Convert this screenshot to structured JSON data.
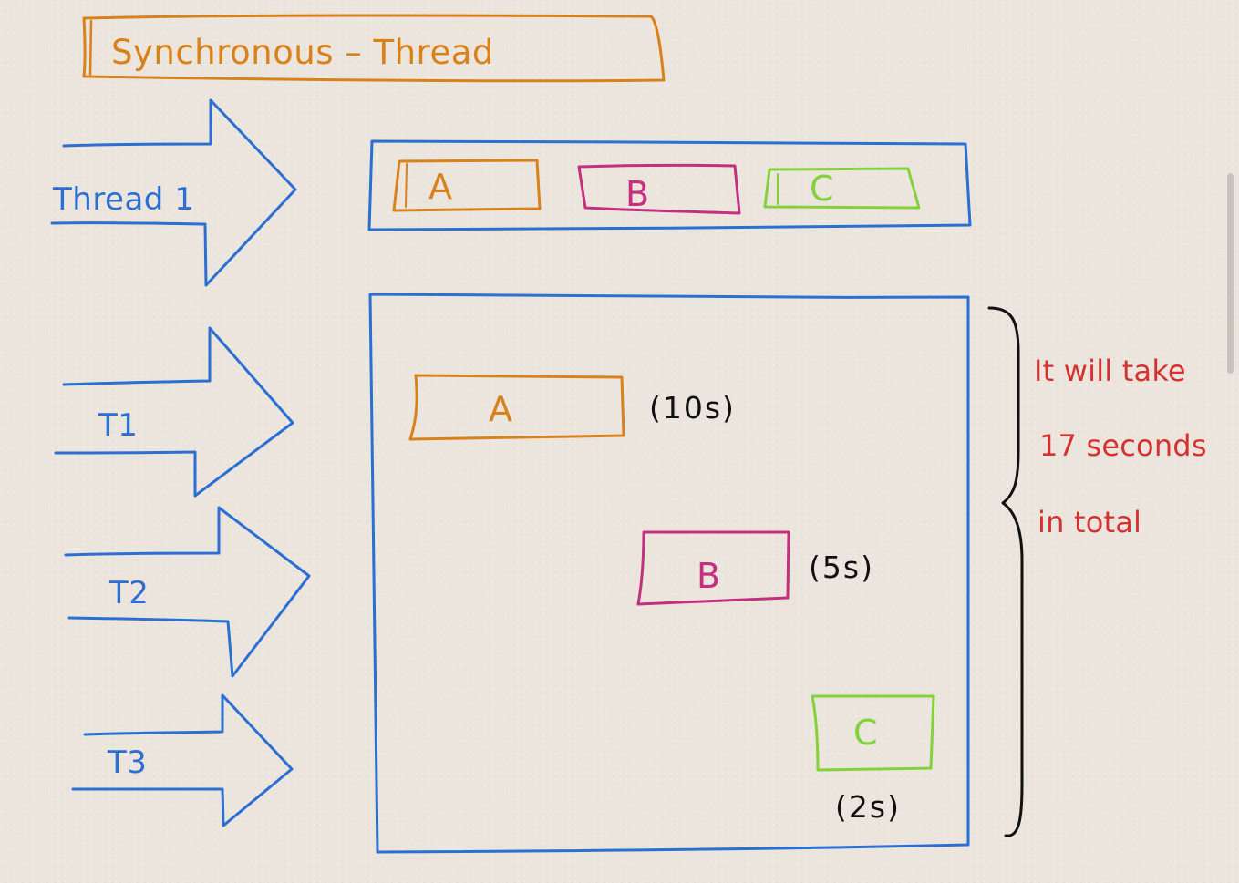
{
  "title": "Synchronous – Thread",
  "top_diagram": {
    "thread_label": "Thread 1",
    "tasks": [
      "A",
      "B",
      "C"
    ]
  },
  "bottom_diagram": {
    "threads": [
      "T1",
      "T2",
      "T3"
    ],
    "tasks": [
      {
        "label": "A",
        "duration": "(10s)"
      },
      {
        "label": "B",
        "duration": "(5s)"
      },
      {
        "label": "C",
        "duration": "(2s)"
      }
    ]
  },
  "note": {
    "lines": [
      "It will take",
      "17 seconds",
      "in total"
    ]
  },
  "colors": {
    "orange": "#d9821b",
    "blue": "#2c6fd3",
    "magenta": "#c4307f",
    "green": "#84d23b",
    "red": "#d53131",
    "black": "#111111"
  }
}
